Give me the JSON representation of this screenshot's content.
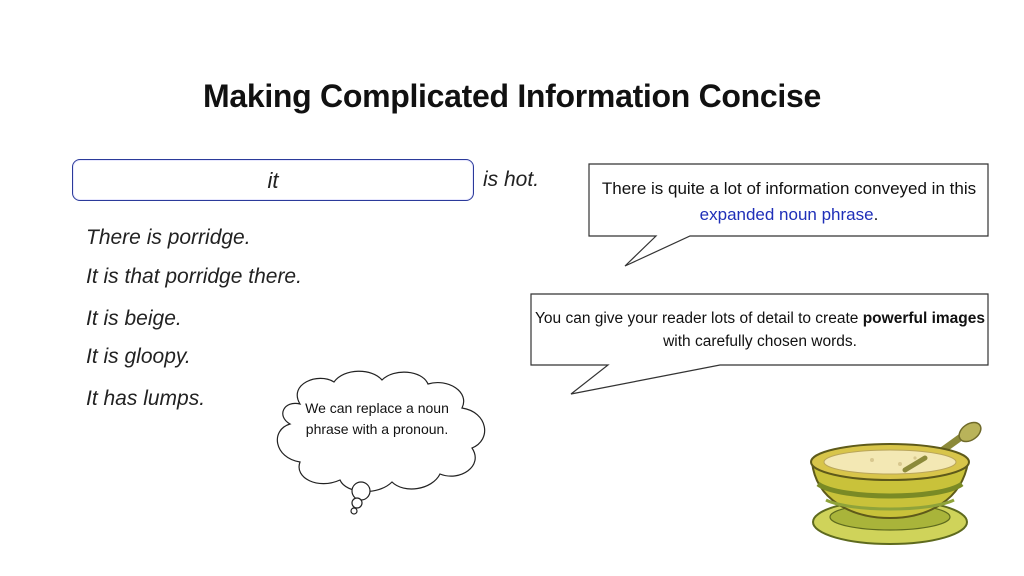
{
  "slide": {
    "title": "Making Complicated Information Concise",
    "highlight_box": "it",
    "highlight_suffix": "is hot.",
    "sentences": [
      "There is porridge.",
      "It is that porridge there.",
      "It is beige.",
      "It is gloopy.",
      "It has lumps."
    ],
    "callout_top": {
      "text_before": "There is quite a lot of information conveyed in this ",
      "highlight": "expanded noun phrase",
      "text_after": "."
    },
    "callout_middle": {
      "text_before": "You can give your reader lots of detail to create ",
      "bold": "powerful images",
      "text_after": " with carefully chosen words."
    },
    "thought_cloud": "We can replace a noun phrase with a pronoun."
  },
  "colors": {
    "accent": "#1f2fb8",
    "box_border": "#2b3a9a"
  },
  "icons": {
    "illustration": "porridge-bowl-icon"
  }
}
